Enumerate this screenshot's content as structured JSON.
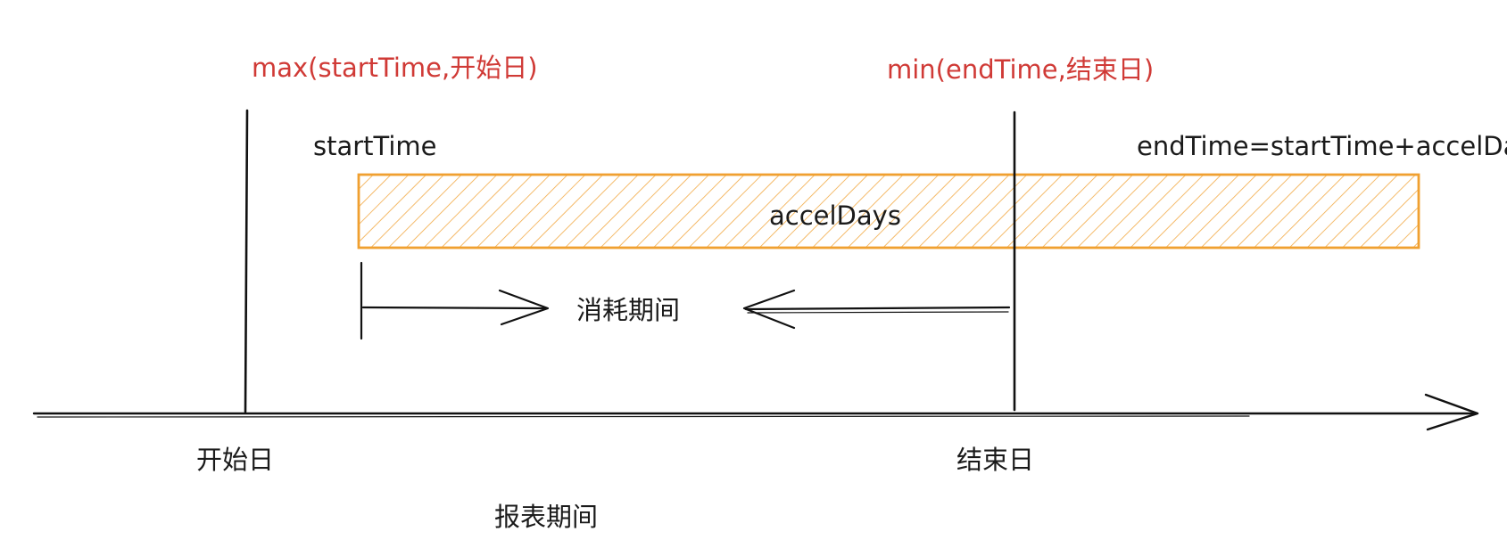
{
  "labels": {
    "max_start": "max(startTime,开始日)",
    "min_end": "min(endTime,结束日)",
    "start_time": "startTime",
    "end_time_formula": "endTime=startTime+accelDays",
    "accel_days": "accelDays",
    "consumption_period": "消耗期间",
    "start_day": "开始日",
    "end_day": "结束日",
    "report_period": "报表期间"
  },
  "colors": {
    "annotation_red": "#d03a36",
    "accel_orange": "#f0a030",
    "ink": "#111111"
  }
}
